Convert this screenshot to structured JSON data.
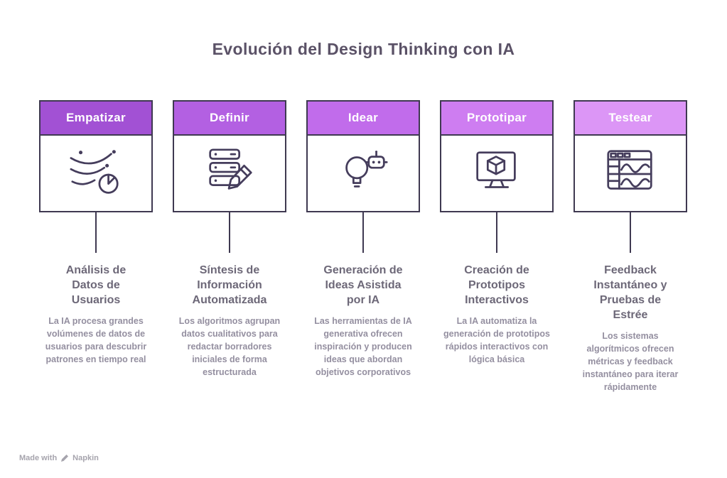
{
  "title": "Evolución del Design Thinking con IA",
  "colors": {
    "border": "#3f3951",
    "title_text": "#5b5267",
    "heading_text": "#6d6878",
    "body_text": "#948fa0"
  },
  "columns": [
    {
      "header": "Empatizar",
      "header_color": "#a251d4",
      "icon": "user-data-analysis-icon",
      "heading": "Análisis de Datos de Usuarios",
      "body": "La IA procesa grandes volúmenes de datos de usuarios para descubrir patrones en tiempo real"
    },
    {
      "header": "Definir",
      "header_color": "#b360e2",
      "icon": "data-synthesis-icon",
      "heading": "Síntesis de Información Automatizada",
      "body": "Los algoritmos agrupan datos cualitativos para redactar borradores iniciales de forma estructurada"
    },
    {
      "header": "Idear",
      "header_color": "#c16ceb",
      "icon": "idea-generation-icon",
      "heading": "Generación de Ideas Asistida por IA",
      "body": "Las herramientas de IA generativa ofrecen inspiración y producen ideas que abordan objetivos corporativos"
    },
    {
      "header": "Prototipar",
      "header_color": "#ce7df1",
      "icon": "interactive-prototype-icon",
      "heading": "Creación de Prototipos Interactivos",
      "body": "La IA automatiza la generación de prototipos rápidos interactivos con lógica básica"
    },
    {
      "header": "Testear",
      "header_color": "#dc96f6",
      "icon": "feedback-dashboard-icon",
      "heading": "Feedback Instantáneo y Pruebas de Estrée",
      "body": "Los sistemas algorítmicos ofrecen métricas y feedback instantáneo para iterar rápidamente"
    }
  ],
  "footer": {
    "made_with": "Made with",
    "brand": "Napkin"
  }
}
